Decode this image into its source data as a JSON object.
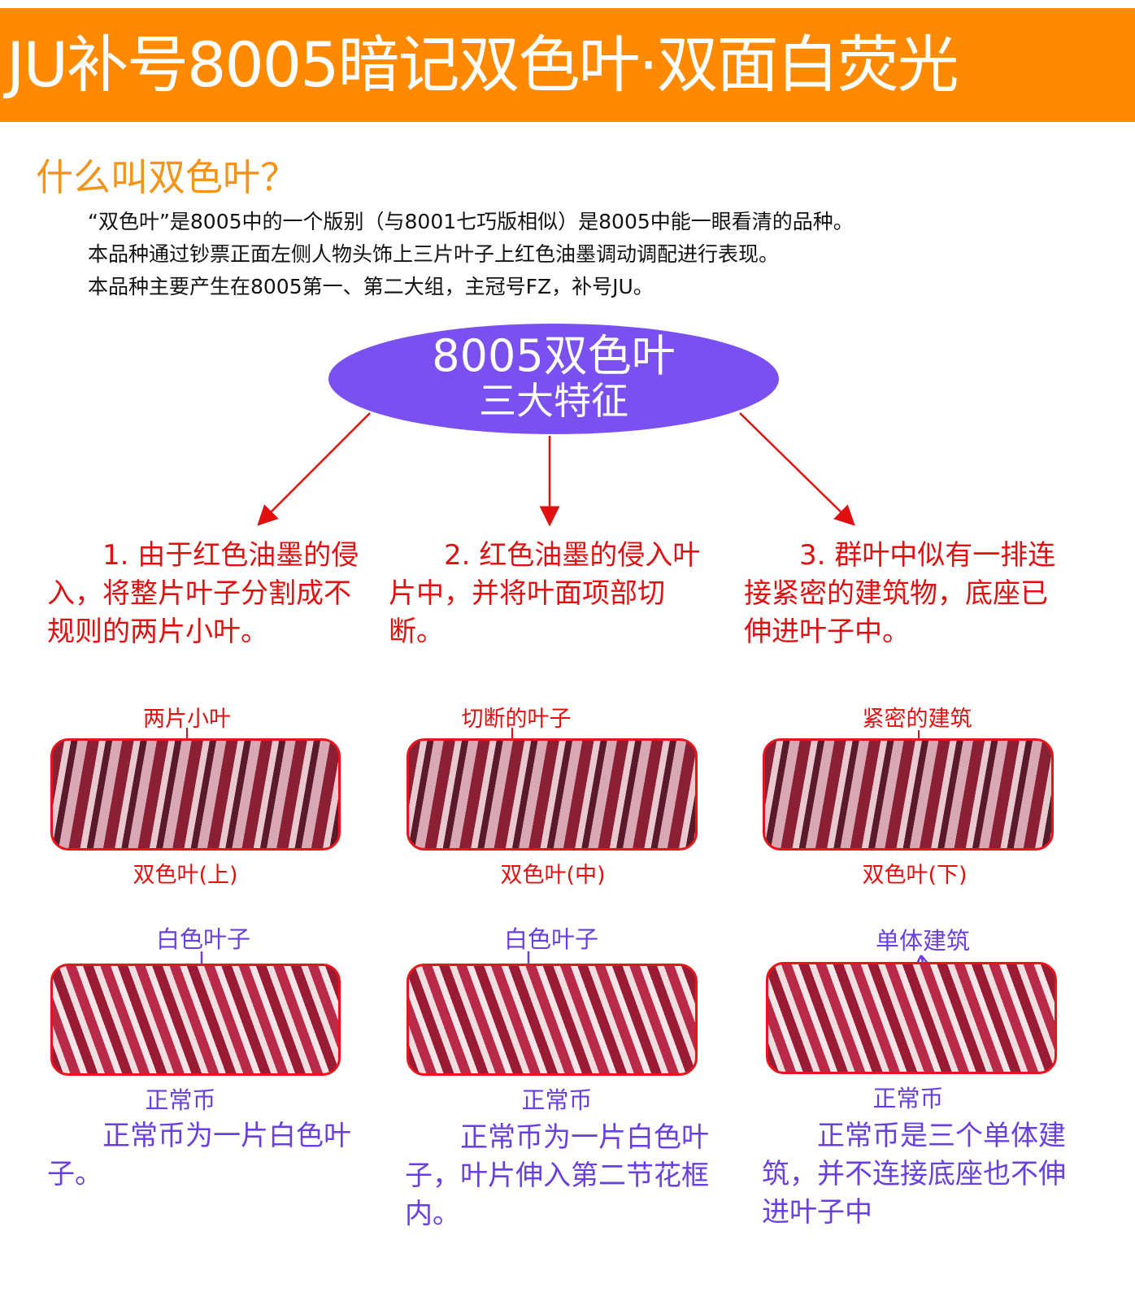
{
  "banner": {
    "title": "JU补号8005暗记双色叶·双面白荧光"
  },
  "intro": {
    "heading": "什么叫双色叶？",
    "lines": [
      "“双色叶”是8005中的一个版别（与8001七巧版相似）是8005中能一眼看清的品种。",
      "本品种通过钞票正面左侧人物头饰上三片叶子上红色油墨调动调配进行表现。",
      "本品种主要产生在8005第一、第二大组，主冠号FZ，补号JU。"
    ]
  },
  "center": {
    "title": "8005双色叶",
    "subtitle": "三大特征"
  },
  "features": [
    "1. 由于红色油墨的侵入，将整片叶子分割成不规则的两片小叶。",
    "2. 红色油墨的侵入叶片中，并将叶面项部切断。",
    "3. 群叶中似有一排连接紧密的建筑物，底座已伸进叶子中。"
  ],
  "variant_row": [
    {
      "top": "两片小叶",
      "bottom": "双色叶(上)"
    },
    {
      "top": "切断的叶子",
      "bottom": "双色叶(中)"
    },
    {
      "top": "紧密的建筑",
      "bottom": "双色叶(下)"
    }
  ],
  "normal_row": [
    {
      "top": "白色叶子",
      "bottom": "正常币",
      "desc": "正常币为一片白色叶子。"
    },
    {
      "top": "白色叶子",
      "bottom": "正常币",
      "desc": "正常币为一片白色叶子，叶片伸入第二节花框内。"
    },
    {
      "top": "单体建筑",
      "bottom": "正常币",
      "desc": "正常币是三个单体建筑，并不连接底座也不伸进叶子中"
    }
  ],
  "colors": {
    "orange": "#ff8a00",
    "purple": "#7a50f0",
    "red": "#e01010",
    "blue": "#6a3fe0"
  }
}
